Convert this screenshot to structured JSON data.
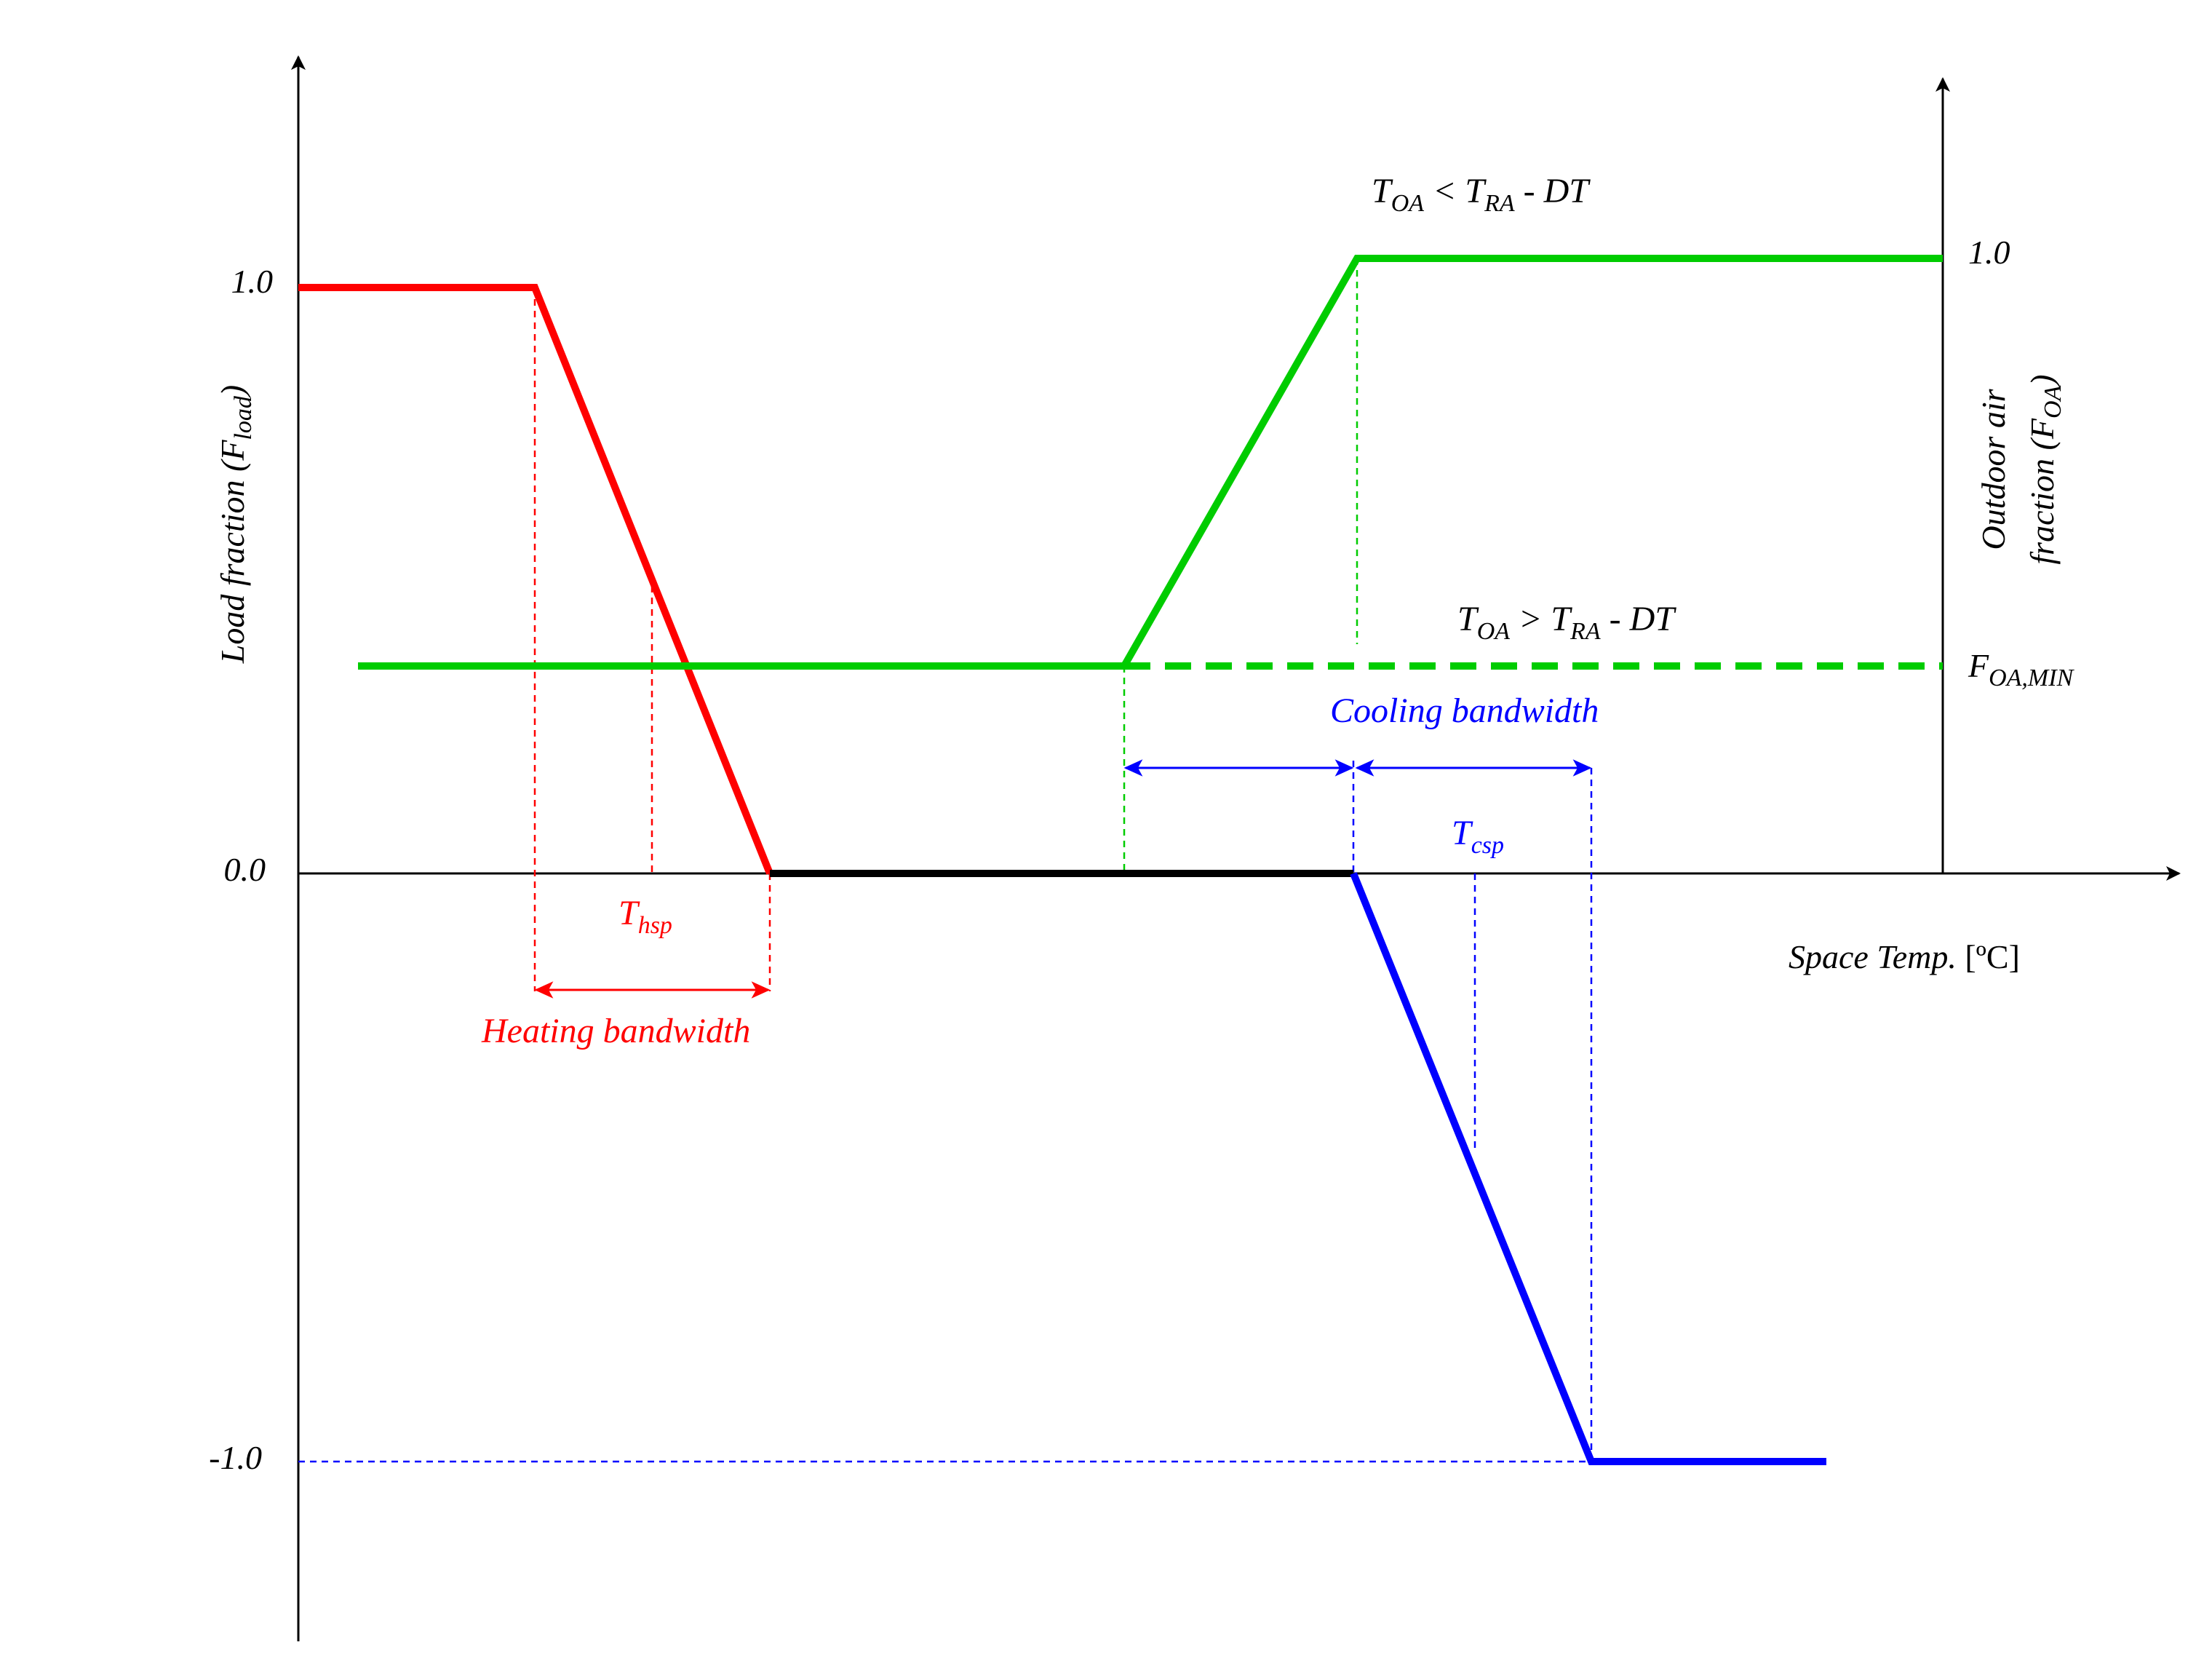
{
  "colors": {
    "heating": "#ff0000",
    "outdoor_air": "#00cc00",
    "cooling": "#0000ff",
    "deadband": "#000000",
    "axis": "#000000"
  },
  "axes": {
    "y_left_label": {
      "main": "Load fraction (F",
      "sub": "load",
      "close": ")"
    },
    "y_right_label": {
      "line1": "Outdoor air",
      "line2": {
        "main": "fraction (F",
        "sub": "OA",
        "close": ")"
      }
    },
    "x_label": {
      "italic": "Space Temp.",
      "normal": " [ºC]"
    },
    "y_left_ticks": [
      "1.0",
      "0.0",
      "-1.0"
    ],
    "y_right_ticks": {
      "top": "1.0",
      "min": {
        "main": "F",
        "sub": "OA,MIN"
      }
    }
  },
  "annotations": {
    "toa_lt": {
      "t1": "T",
      "s1": "OA",
      "op": " < ",
      "t2": "T",
      "s2": "RA",
      "tail": " - DT"
    },
    "toa_gt": {
      "t1": "T",
      "s1": "OA",
      "op": " > ",
      "t2": "T",
      "s2": "RA",
      "tail": " - DT"
    },
    "cooling_bandwidth": "Cooling bandwidth",
    "heating_bandwidth": "Heating bandwidth",
    "tcsp": {
      "main": "T",
      "sub": "csp"
    },
    "thsp": {
      "main": "T",
      "sub": "hsp"
    }
  }
}
